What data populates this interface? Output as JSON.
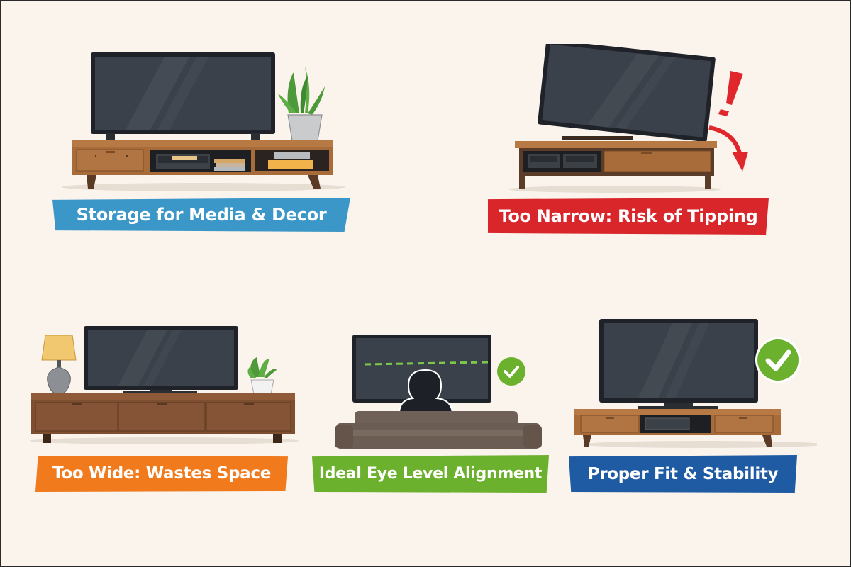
{
  "infographic": {
    "background_color": "#fbf4ed",
    "panels": [
      {
        "id": "storage",
        "label": "Storage for Media & Decor",
        "label_color": "#3a97c8",
        "elements": [
          "tv",
          "plant-pot",
          "tv-console-with-drawer-and-open-shelves",
          "media-player",
          "stacked-books"
        ],
        "status": "info"
      },
      {
        "id": "too-narrow",
        "label": "Too Narrow: Risk of Tipping",
        "label_color": "#d9262a",
        "elements": [
          "tilted-tv",
          "narrow-console",
          "exclamation-mark",
          "curved-down-arrow"
        ],
        "status": "warning"
      },
      {
        "id": "too-wide",
        "label": "Too Wide: Wastes Space",
        "label_color": "#f07a1c",
        "elements": [
          "tv",
          "table-lamp",
          "small-plant",
          "wide-three-drawer-console"
        ],
        "status": "warning"
      },
      {
        "id": "eye-level",
        "label": "Ideal Eye Level Alignment",
        "label_color": "#6cb12e",
        "elements": [
          "tv",
          "dashed-eye-level-line",
          "viewer-silhouette",
          "sofa",
          "check-badge"
        ],
        "status": "good"
      },
      {
        "id": "proper-fit",
        "label": "Proper Fit & Stability",
        "label_color": "#1e5ba3",
        "elements": [
          "tv",
          "console-with-drawers",
          "check-badge"
        ],
        "status": "good"
      }
    ]
  }
}
